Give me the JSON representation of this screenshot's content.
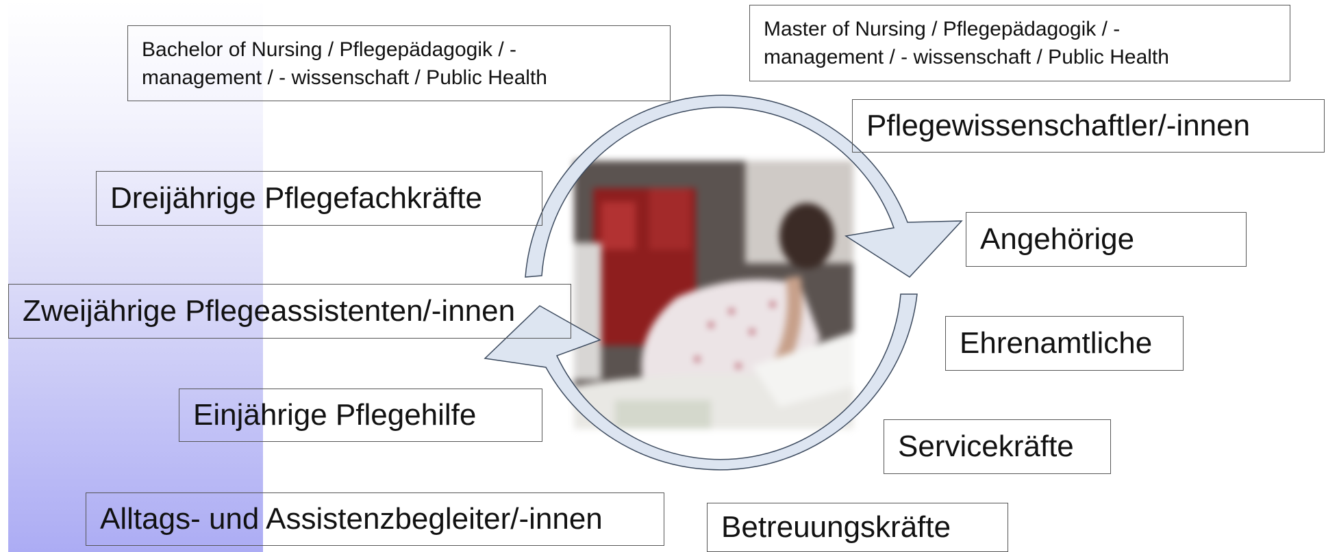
{
  "boxes": {
    "bachelor_line1": "Bachelor of Nursing / Pflegepädagogik / -",
    "bachelor_line2": "management / - wissenschaft / Public Health",
    "master_line1": "Master of Nursing / Pflegepädagogik / -",
    "master_line2": "management / - wissenschaft / Public Health",
    "pflegewissenschaftler": "Pflegewissenschaftler/-innen",
    "dreijaehrige": "Dreijährige Pflegefachkräfte",
    "angehoerige": "Angehörige",
    "zweijaehrige": "Zweijährige Pflegeassistenten/-innen",
    "ehrenamtliche": "Ehrenamtliche",
    "einjaehrige": "Einjährige Pflegehilfe",
    "servicekraefte": "Servicekräfte",
    "alltags": "Alltags- und Assistenzbegleiter/-innen",
    "betreuung": "Betreuungskräfte"
  },
  "colors": {
    "arrow_fill": "#dde5f1",
    "arrow_stroke": "#3c4a5e",
    "sidebar_gradient_bottom": "#acacf4"
  },
  "photo": {
    "icon": "patient-in-hospital-bed-photo"
  }
}
